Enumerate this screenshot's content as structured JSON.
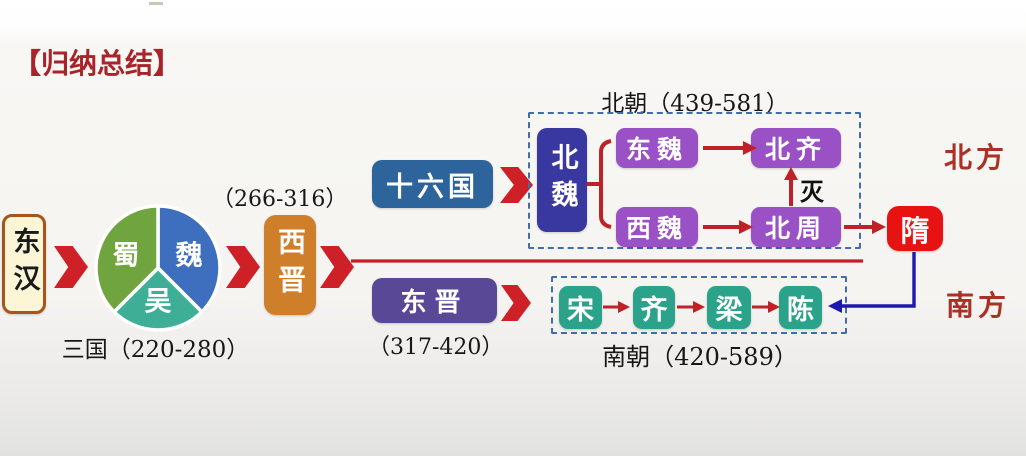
{
  "slide": {
    "title": "【归纳总结】",
    "regions": {
      "north": "北方",
      "south": "南方"
    }
  },
  "timeline": {
    "donghan": {
      "label": "东汉"
    },
    "three_kingdoms": {
      "caption": "三国（220-280）",
      "wei": "魏",
      "shu": "蜀",
      "wu": "吴"
    },
    "xijin": {
      "label": "西晋",
      "years": "（266-316）"
    },
    "shiliuguo": {
      "label": "十六国"
    },
    "north_dynasties": {
      "caption": "北朝（439-581）",
      "beiwei": "北魏",
      "dongwei": "东魏",
      "beiqi": "北齐",
      "xiwei": "西魏",
      "beizhou": "北周",
      "conquer_note": "灭"
    },
    "dongjin": {
      "label": "东晋",
      "years": "（317-420）"
    },
    "south_dynasties": {
      "caption": "南朝（420-589）",
      "song": "宋",
      "qi": "齐",
      "liang": "梁",
      "chen": "陈"
    },
    "sui": {
      "label": "隋"
    }
  },
  "colors": {
    "title_red": "#a8242a",
    "region_red": "#a93126",
    "chevron_red": "#ce2127",
    "arrow_red": "#bf2127",
    "blue_arrow": "#1d18ae",
    "dashed_border": "#3f6eae",
    "donghan_bg": "#fdf6d6",
    "donghan_border": "#a6551d",
    "xijin_bg": "#cf7e2a",
    "shiliuguo_bg": "#2d649c",
    "beiwei_bg": "#3937a0",
    "purple_bg": "#9b51c6",
    "dongjin_bg": "#594896",
    "teal_bg": "#2aa38a",
    "sui_bg": "#e71212",
    "pie_wei": "#3d6fbe",
    "pie_shu": "#6fa43f",
    "pie_wu": "#3fae96"
  }
}
